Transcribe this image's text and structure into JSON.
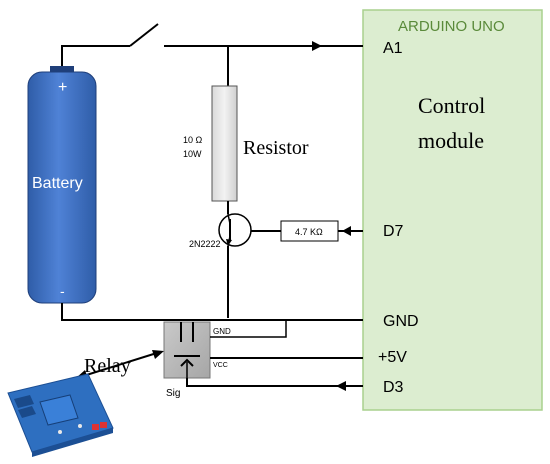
{
  "arduino": {
    "title": "ARDUINO UNO",
    "body_line1": "Control",
    "body_line2": "module",
    "fill": "#dcedd0",
    "border": "#a9d08e",
    "title_color": "#5a8a3a"
  },
  "pins": {
    "a1": "A1",
    "d7": "D7",
    "gnd": "GND",
    "v5": "+5V",
    "d3": "D3"
  },
  "battery": {
    "label": "Battery",
    "plus": "+",
    "minus": "-",
    "color": "#4472c4"
  },
  "resistor": {
    "label": "Resistor",
    "value_line1": "10 Ω",
    "value_line2": "10W"
  },
  "transistor": {
    "label": "2N2222"
  },
  "base_resistor": {
    "label": "4.7 KΩ"
  },
  "relay": {
    "label": "Relay",
    "pin_gnd": "GND",
    "pin_vcc": "VCC",
    "pin_sig": "Sig",
    "module_color": "#2e6fc0"
  }
}
